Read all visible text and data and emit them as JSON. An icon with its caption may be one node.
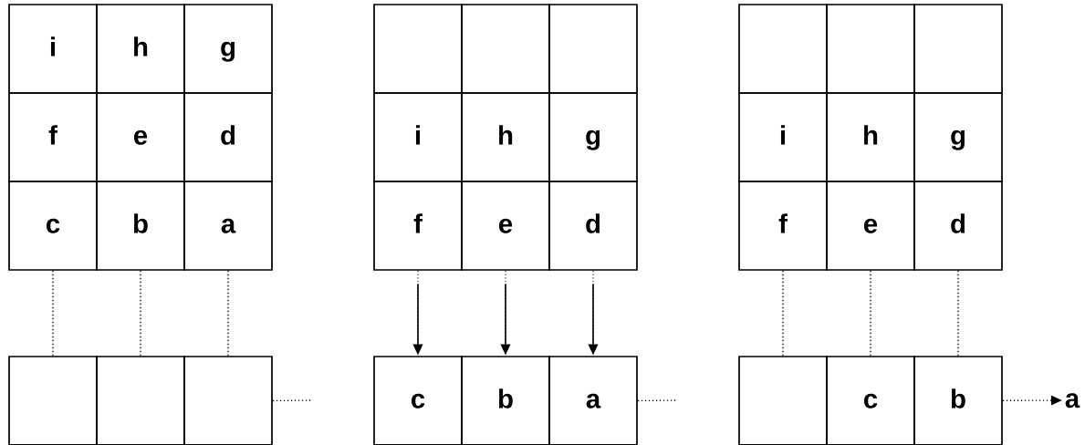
{
  "diagram": {
    "nodes": [
      {
        "text": [
          "i"
        ]
      },
      {
        "text": [
          "h"
        ]
      },
      {
        "text": [
          "g"
        ]
      },
      {
        "text": [
          "f"
        ]
      },
      {
        "text": [
          "e"
        ]
      },
      {
        "text": [
          "d"
        ]
      },
      {
        "text": [
          "c"
        ]
      },
      {
        "text": [
          "b"
        ]
      },
      {
        "text": [
          "a"
        ]
      },
      {
        "text": [],
        "shape": "box"
      },
      {
        "text": [],
        "shape": "box"
      },
      {
        "text": [],
        "shape": "box"
      },
      {
        "text": [],
        "shape": "box"
      },
      {
        "text": [],
        "shape": "box"
      },
      {
        "text": [],
        "shape": "box"
      },
      {
        "text": [
          "i"
        ]
      },
      {
        "text": [
          "h"
        ]
      },
      {
        "text": [
          "g"
        ]
      },
      {
        "text": [
          "f"
        ]
      },
      {
        "text": [
          "e"
        ]
      },
      {
        "text": [
          "d"
        ]
      },
      {
        "text": [
          "c"
        ]
      },
      {
        "text": [
          "b"
        ]
      },
      {
        "text": [
          "a"
        ]
      },
      {
        "text": [],
        "shape": "box"
      },
      {
        "text": [],
        "shape": "box"
      },
      {
        "text": [],
        "shape": "box"
      },
      {
        "text": [
          "i"
        ]
      },
      {
        "text": [
          "h"
        ]
      },
      {
        "text": [
          "g"
        ]
      },
      {
        "text": [
          "f"
        ]
      },
      {
        "text": [
          "e"
        ]
      },
      {
        "text": [
          "d"
        ]
      },
      {
        "text": [],
        "shape": "box"
      },
      {
        "text": [
          "c"
        ]
      },
      {
        "text": [
          "b"
        ]
      },
      {
        "text": [
          "a"
        ]
      }
    ],
    "edges": [
      {
        "from": 6,
        "to": 9,
        "arrow": "none",
        "style": "dashed"
      },
      {
        "from": 7,
        "to": 10,
        "arrow": "none",
        "style": "dashed"
      },
      {
        "from": 8,
        "to": 11,
        "arrow": "none",
        "style": "dashed"
      },
      {
        "from": 11,
        "to": null,
        "arrow": "none",
        "style": "dashed"
      },
      {
        "from": 18,
        "to": 21,
        "arrow": "to"
      },
      {
        "from": 19,
        "to": 22,
        "arrow": "to"
      },
      {
        "from": 20,
        "to": 23,
        "arrow": "to"
      },
      {
        "from": 23,
        "to": null,
        "arrow": "none",
        "style": "dashed"
      },
      {
        "from": 30,
        "to": 33,
        "arrow": "none",
        "style": "dashed"
      },
      {
        "from": 31,
        "to": 34,
        "arrow": "none",
        "style": "dashed"
      },
      {
        "from": 32,
        "to": 35,
        "arrow": "none",
        "style": "dashed"
      },
      {
        "from": 35,
        "to": 36,
        "arrow": "to",
        "style": "dashed"
      }
    ]
  }
}
